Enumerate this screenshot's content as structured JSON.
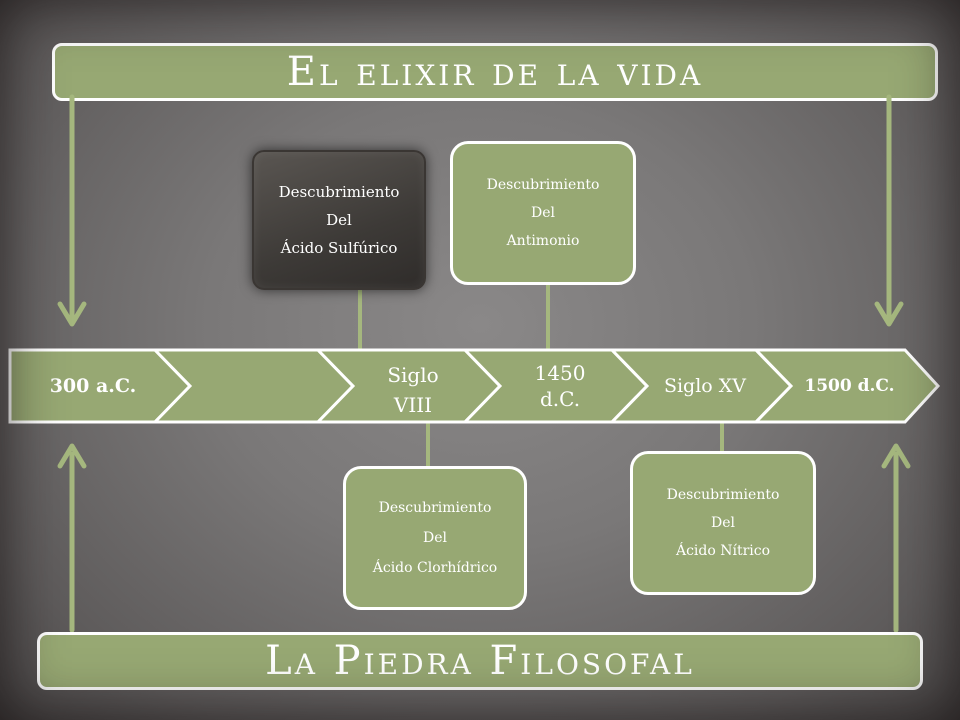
{
  "title_top": "El elixir de la vida",
  "title_bottom": "La Piedra Filosofal",
  "colors": {
    "green": "#97a873",
    "arrow": "#a5b77e",
    "dark_box": "#3d3a37"
  },
  "timeline": {
    "stages": [
      {
        "label": "300 a.C."
      },
      {
        "label": ""
      },
      {
        "label": "Siglo VIII"
      },
      {
        "label": "1450 d.C."
      },
      {
        "label": "Siglo XV"
      },
      {
        "label": "1500 d.C."
      }
    ]
  },
  "discoveries": {
    "sulfurico": {
      "line1": "Descubrimiento",
      "line2": "Del",
      "line3": "Ácido Sulfúrico"
    },
    "antimonio": {
      "line1": "Descubrimiento",
      "line2": "Del",
      "line3": "Antimonio"
    },
    "clorhidrico": {
      "line1": "Descubrimiento",
      "line2": "Del",
      "line3": "Ácido Clorhídrico"
    },
    "nitrico": {
      "line1": "Descubrimiento",
      "line2": "Del",
      "line3": "Ácido Nítrico"
    }
  }
}
